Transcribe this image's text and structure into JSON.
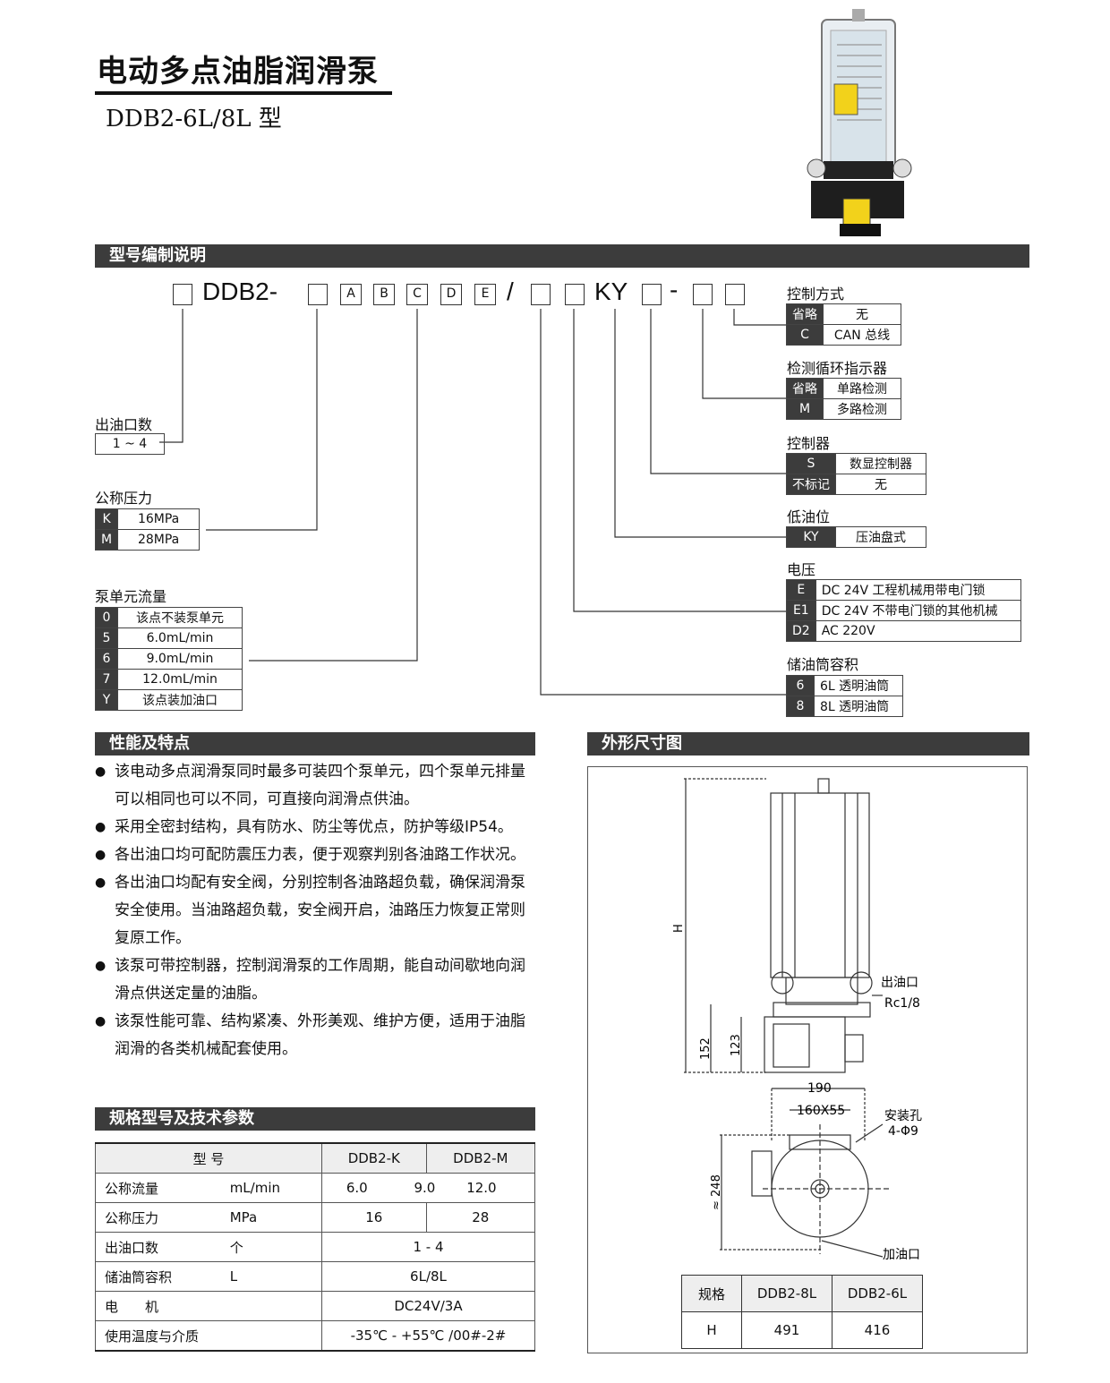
{
  "header": {
    "title": "电动多点油脂润滑泵",
    "model": "DDB2-6L/8L 型"
  },
  "sections": {
    "model_code": "型号编制说明",
    "features": "性能及特点",
    "specs": "规格型号及技术参数",
    "dimensions": "外形尺寸图"
  },
  "code": {
    "prefix": "DDB2-",
    "letters": [
      "A",
      "B",
      "C",
      "D",
      "E"
    ],
    "slash": "/",
    "ky": "KY",
    "dash": "-"
  },
  "left_groups": {
    "outlets": {
      "label": "出油口数",
      "value": "1 ~ 4"
    },
    "pressure": {
      "label": "公称压力",
      "rows": [
        [
          "K",
          "16MPa"
        ],
        [
          "M",
          "28MPa"
        ]
      ]
    },
    "flow": {
      "label": "泵单元流量",
      "rows": [
        [
          "0",
          "该点不装泵单元"
        ],
        [
          "5",
          "6.0mL/min"
        ],
        [
          "6",
          "9.0mL/min"
        ],
        [
          "7",
          "12.0mL/min"
        ],
        [
          "Y",
          "该点装加油口"
        ]
      ]
    }
  },
  "right_groups": {
    "control_mode": {
      "label": "控制方式",
      "rows": [
        [
          "省略",
          "无"
        ],
        [
          "C",
          "CAN 总线"
        ]
      ]
    },
    "cycle_indicator": {
      "label": "检测循环指示器",
      "rows": [
        [
          "省略",
          "单路检测"
        ],
        [
          "M",
          "多路检测"
        ]
      ]
    },
    "controller": {
      "label": "控制器",
      "rows": [
        [
          "S",
          "数显控制器"
        ],
        [
          "不标记",
          "无"
        ]
      ]
    },
    "low_level": {
      "label": "低油位",
      "rows": [
        [
          "KY",
          "压油盘式"
        ]
      ]
    },
    "voltage": {
      "label": "电压",
      "rows": [
        [
          "E",
          "DC 24V  工程机械用带电门锁"
        ],
        [
          "E1",
          "DC 24V  不带电门锁的其他机械"
        ],
        [
          "D2",
          "AC 220V"
        ]
      ]
    },
    "reservoir": {
      "label": "储油筒容积",
      "rows": [
        [
          "6",
          "6L 透明油筒"
        ],
        [
          "8",
          "8L 透明油筒"
        ]
      ]
    }
  },
  "features": [
    "该电动多点润滑泵同时最多可装四个泵单元，四个泵单元排量可以相同也可以不同，可直接向润滑点供油。",
    "采用全密封结构，具有防水、防尘等优点，防护等级IP54。",
    "各出油口均可配防震压力表，便于观察判别各油路工作状况。",
    "各出油口均配有安全阀，分别控制各油路超负载，确保润滑泵安全使用。当油路超负载，安全阀开启，油路压力恢复正常则复原工作。",
    "该泵可带控制器，控制润滑泵的工作周期，能自动间歇地向润滑点供送定量的油脂。",
    "该泵性能可靠、结构紧凑、外形美观、维护方便，适用于油脂润滑的各类机械配套使用。"
  ],
  "spec_table": {
    "header": [
      "型 号",
      "DDB2-K",
      "DDB2-M"
    ],
    "rows": [
      {
        "name": "公称流量",
        "unit": "mL/min",
        "values": [
          "6.0",
          "9.0",
          "12.0"
        ]
      },
      {
        "name": "公称压力",
        "unit": "MPa",
        "k": "16",
        "m": "28"
      },
      {
        "name": "出油口数",
        "unit": "个",
        "value": "1 - 4"
      },
      {
        "name": "储油筒容积",
        "unit": "L",
        "value": "6L/8L"
      },
      {
        "name": "电　　机",
        "unit": "",
        "value": "DC24V/3A"
      },
      {
        "name": "使用温度与介质",
        "unit": "",
        "value": "-35℃ - +55℃ /00#-2#"
      }
    ]
  },
  "drawing": {
    "outlet_label": "出油口",
    "outlet_thread": "Rc1/8",
    "dim_h": "H",
    "dim_152": "152",
    "dim_123": "123",
    "dim_190": "190",
    "dim_160x55": "160X55",
    "mount_label": "安装孔",
    "mount_spec": "4-Φ9",
    "dim_248": "≈ 248",
    "fill_label": "加油口"
  },
  "h_table": {
    "header": [
      "规格",
      "DDB2-8L",
      "DDB2-6L"
    ],
    "row": [
      "H",
      "491",
      "416"
    ]
  }
}
